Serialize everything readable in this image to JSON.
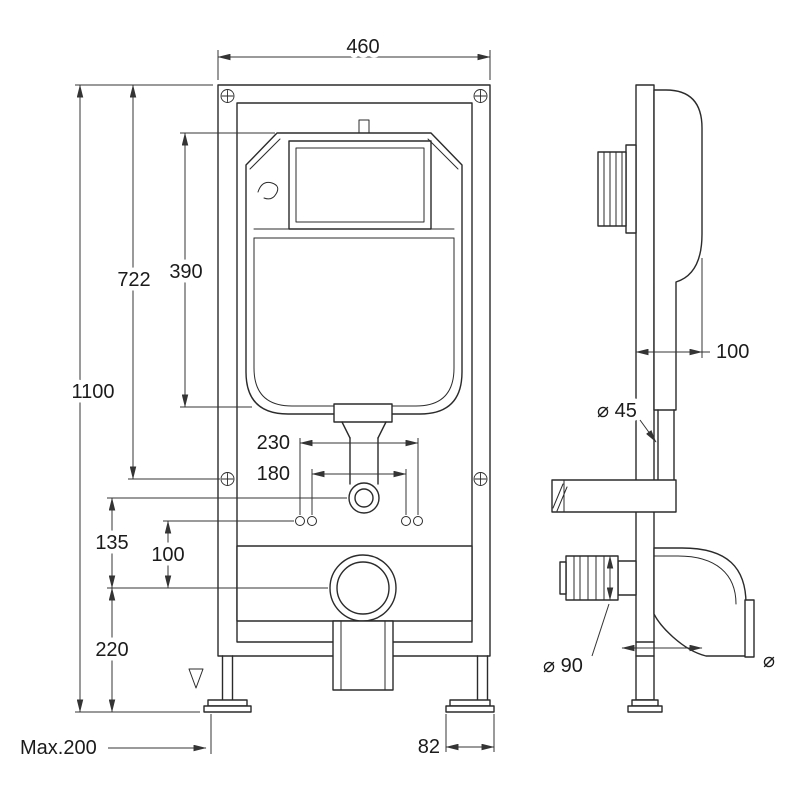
{
  "meta": {
    "bg_color": "#ffffff",
    "line_color": "#2b2b2b",
    "drawing_type": "concealed-cistern-frame-technical-drawing"
  },
  "front_view": {
    "dims": {
      "width": "460",
      "total_height": "1100",
      "upper_height": "722",
      "cistern_height": "390",
      "bolt_spacing_outer": "230",
      "bolt_spacing_inner": "180",
      "flush_to_waste": "135",
      "bolt_to_waste": "100",
      "waste_to_floor": "220",
      "leg_adjust": "Max.200",
      "foot_width": "82"
    }
  },
  "side_view": {
    "dims": {
      "frame_depth": "100",
      "flush_pipe_dia": "⌀ 45",
      "waste_pipe_dia": "⌀ 90",
      "outlet_dia": "⌀"
    }
  }
}
